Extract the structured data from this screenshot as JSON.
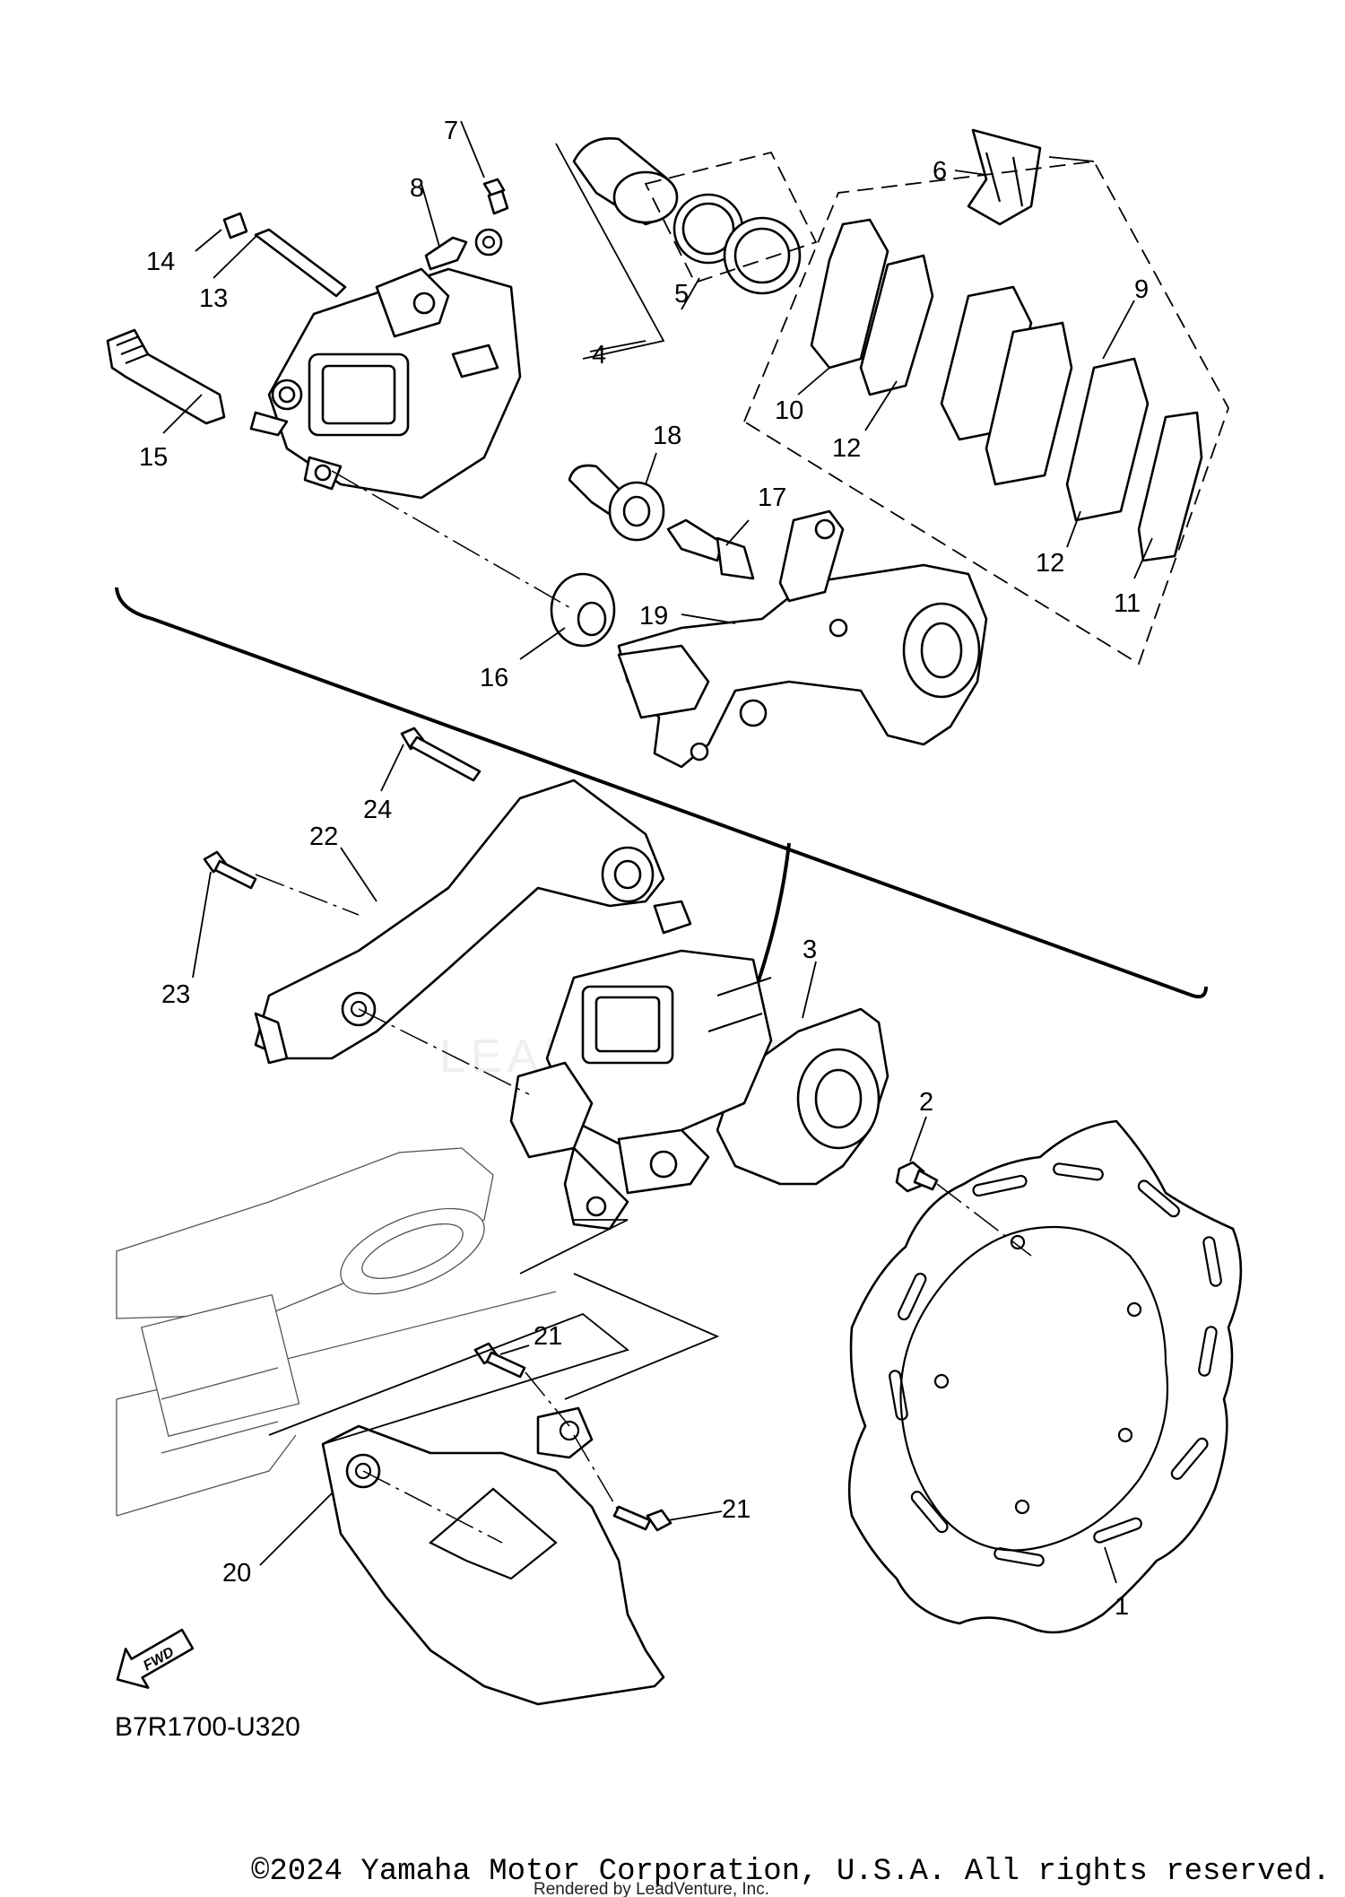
{
  "labels": {
    "n1": "1",
    "n2": "2",
    "n3": "3",
    "n4": "4",
    "n5": "5",
    "n6": "6",
    "n7": "7",
    "n8": "8",
    "n9": "9",
    "n10": "10",
    "n11": "11",
    "n12a": "12",
    "n12b": "12",
    "n13": "13",
    "n14": "14",
    "n15": "15",
    "n16": "16",
    "n17": "17",
    "n18": "18",
    "n19": "19",
    "n20": "20",
    "n21a": "21",
    "n21b": "21",
    "n22": "22",
    "n23": "23",
    "n24": "24"
  },
  "direction_badge": "FWD",
  "diagram_code": "B7R1700-U320",
  "copyright": "©2024 Yamaha Motor Corporation, U.S.A. All rights reserved.",
  "rendered_by": "Rendered by LeadVenture, Inc.",
  "watermark": "LEADVENTURE"
}
